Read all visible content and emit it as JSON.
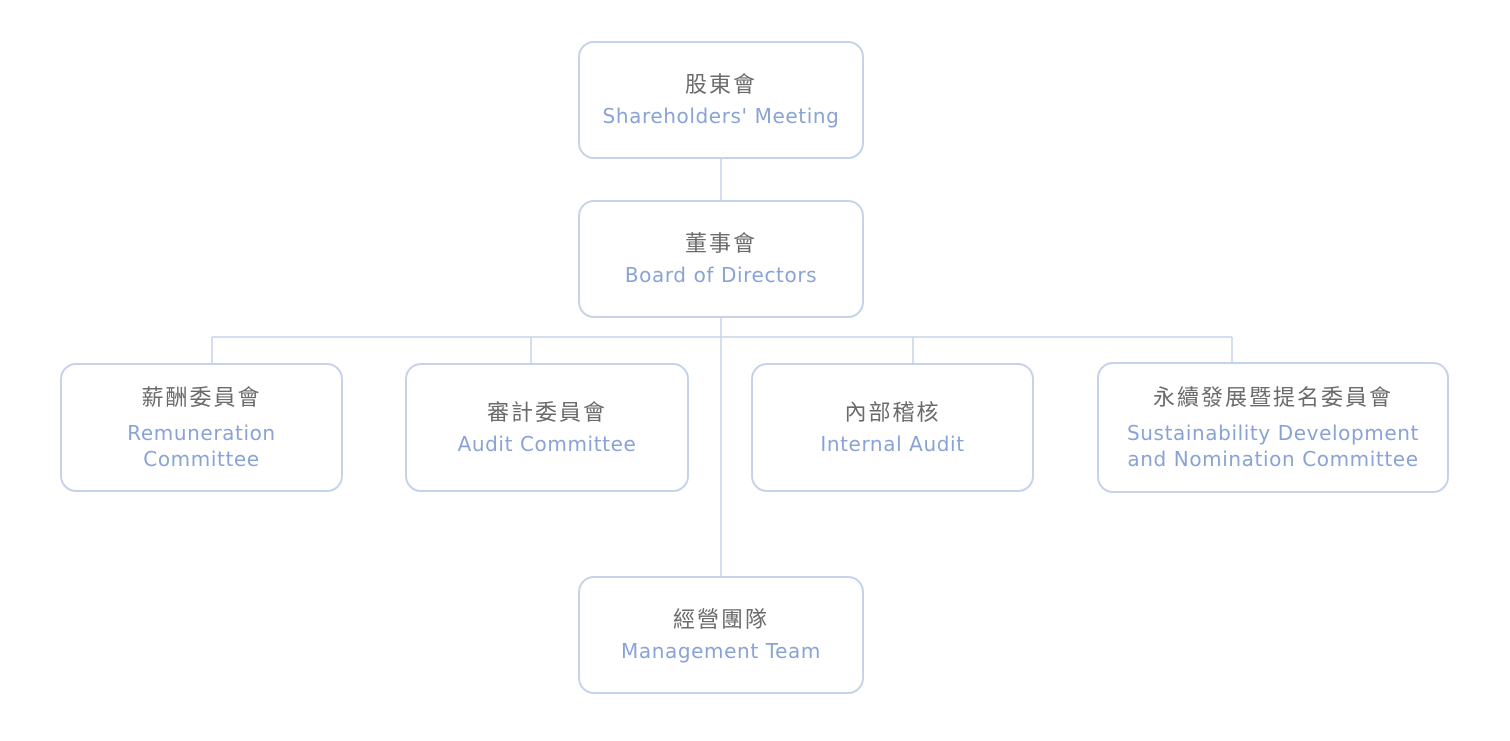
{
  "org_chart": {
    "shareholders": {
      "zh": "股東會",
      "en": "Shareholders' Meeting"
    },
    "board": {
      "zh": "董事會",
      "en": "Board of Directors"
    },
    "committees": [
      {
        "zh": "薪酬委員會",
        "en": "Remuneration\nCommittee"
      },
      {
        "zh": "審計委員會",
        "en": "Audit Committee"
      },
      {
        "zh": "內部稽核",
        "en": "Internal Audit"
      },
      {
        "zh": "永續發展暨提名委員會",
        "en": "Sustainability Development\nand Nomination Committee"
      }
    ],
    "management": {
      "zh": "經營團隊",
      "en": "Management Team"
    }
  },
  "colors": {
    "border": "#c5d3ea",
    "line": "#c5d3ea",
    "chinese_text": "#6b6b6b",
    "english_text": "#8aa3d6"
  }
}
